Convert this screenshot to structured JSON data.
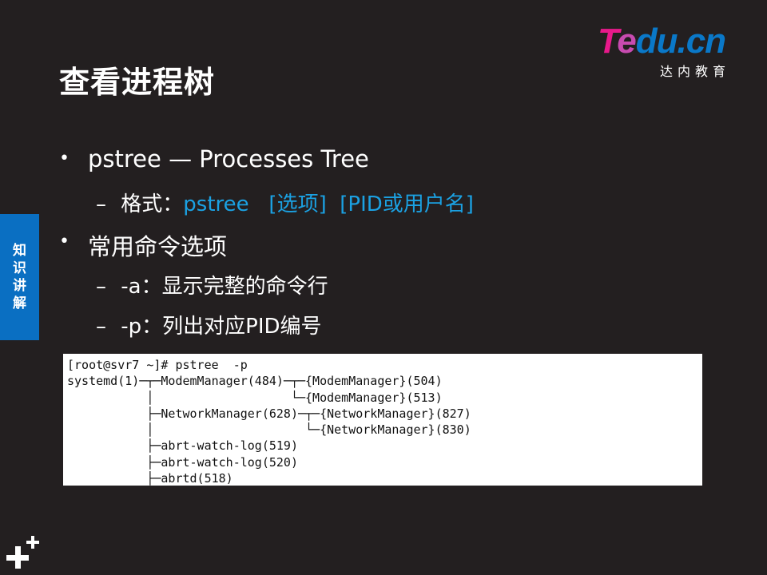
{
  "slide": {
    "title": "查看进程树",
    "logo": {
      "t": "T",
      "e": "e",
      "rest": "du.cn",
      "subtitle": "达内教育"
    },
    "side_tab": [
      "知",
      "识",
      "讲",
      "解"
    ],
    "bullets": [
      {
        "marker": "•",
        "text": "pstree — Processes Tree",
        "subs": [
          {
            "marker": "–",
            "label": "格式：",
            "highlight": "pstree   [选项]  [PID或用户名]"
          }
        ]
      },
      {
        "marker": "•",
        "text": "常用命令选项",
        "subs": [
          {
            "marker": "–",
            "label": "-a：显示完整的命令行"
          },
          {
            "marker": "–",
            "label": "-p：列出对应PID编号"
          }
        ]
      }
    ],
    "terminal": {
      "lines": [
        "[root@svr7 ~]# pstree  -p",
        "systemd(1)─┬─ModemManager(484)─┬─{ModemManager}(504)",
        "           │                   └─{ModemManager}(513)",
        "           ├─NetworkManager(628)─┬─{NetworkManager}(827)",
        "           │                     └─{NetworkManager}(830)",
        "           ├─abrt-watch-log(519)",
        "           ├─abrt-watch-log(520)",
        "           ├─abrtd(518)"
      ]
    },
    "colors": {
      "background": "#231f20",
      "accent_blue": "#1ba1e2",
      "side_tab": "#0a6fc2"
    }
  }
}
